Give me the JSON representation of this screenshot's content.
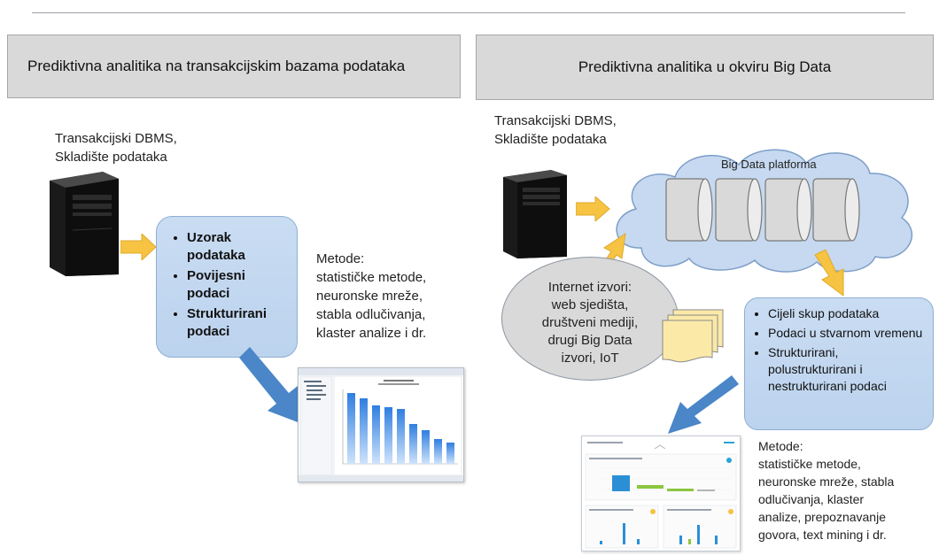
{
  "left": {
    "header": "Prediktivna analitika na transakcijskim bazama podataka",
    "source_label": [
      "Transakcijski DBMS,",
      "Skladište podataka"
    ],
    "data_box": [
      "Uzorak podataka",
      "Povijesni podaci",
      "Strukturirani podaci"
    ],
    "methods": [
      "Metode:",
      "statističke metode,",
      "neuronske mreže,",
      "stabla odlučivanja,",
      "klaster analize i dr."
    ]
  },
  "right": {
    "header": "Prediktivna analitika u okviru Big Data",
    "source_label": [
      "Transakcijski DBMS,",
      "Skladište podataka"
    ],
    "platform_label": "Big Data platforma",
    "internet_sources": [
      "Internet izvori:",
      "web sjedišta,",
      "društveni mediji,",
      "drugi Big Data",
      "izvori, IoT"
    ],
    "data_box": [
      "Cijeli skup podataka",
      "Podaci u stvarnom vremenu",
      "Strukturirani, polustrukturirani i nestrukturirani podaci"
    ],
    "methods": [
      "Metode:",
      "statističke metode,",
      "neuronske mreže, stabla",
      "odlučivanja, klaster",
      "analize, prepoznavanje",
      "govora, text mining i dr."
    ]
  },
  "colors": {
    "arrow_yellow": "#f6c342",
    "arrow_blue": "#4a86c8",
    "box_blue": "#c5d9f1",
    "cloud_blue": "#c6d9f0",
    "header_gray": "#d9d9d9"
  },
  "icons": [
    "server-icon",
    "cylinder-icon",
    "documents-icon",
    "bar-chart-screenshot",
    "dashboard-screenshot"
  ]
}
